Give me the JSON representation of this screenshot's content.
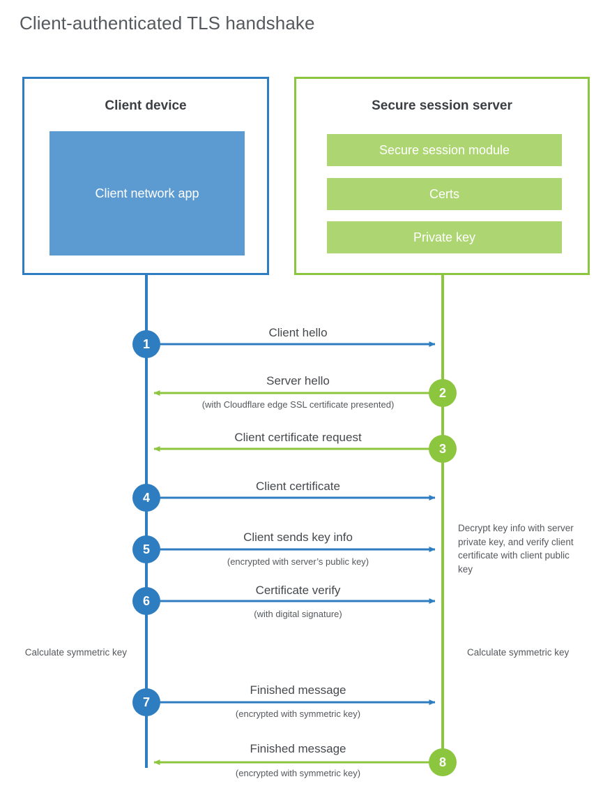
{
  "title": "Client-authenticated TLS handshake",
  "colors": {
    "client_accent": "#2f7dc1",
    "server_accent": "#8cc63e",
    "client_fill": "#5b9bd1",
    "server_fill": "#add572",
    "text": "#45484c",
    "title_text": "#55585c"
  },
  "actors": {
    "client": {
      "title": "Client device",
      "blocks": [
        {
          "label": "Client network app"
        }
      ]
    },
    "server": {
      "title": "Secure session server",
      "blocks": [
        {
          "label": "Secure session module"
        },
        {
          "label": "Certs"
        },
        {
          "label": "Private key"
        }
      ]
    }
  },
  "steps": [
    {
      "number": "1",
      "side": "client",
      "direction": "right",
      "label": "Client hello",
      "sublabel": ""
    },
    {
      "number": "2",
      "side": "server",
      "direction": "left",
      "label": "Server hello",
      "sublabel": "(with Cloudflare edge SSL certificate presented)"
    },
    {
      "number": "3",
      "side": "server",
      "direction": "left",
      "label": "Client certificate request",
      "sublabel": ""
    },
    {
      "number": "4",
      "side": "client",
      "direction": "right",
      "label": "Client certificate",
      "sublabel": ""
    },
    {
      "number": "5",
      "side": "client",
      "direction": "right",
      "label": "Client sends key info",
      "sublabel": "(encrypted with server’s public key)"
    },
    {
      "number": "6",
      "side": "client",
      "direction": "right",
      "label": "Certificate verify",
      "sublabel": "(with digital signature)"
    },
    {
      "number": "7",
      "side": "client",
      "direction": "right",
      "label": "Finished message",
      "sublabel": "(encrypted with symmetric key)"
    },
    {
      "number": "8",
      "side": "server",
      "direction": "left",
      "label": "Finished message",
      "sublabel": "(encrypted with symmetric key)"
    }
  ],
  "notes": {
    "server_decrypt": "Decrypt key info with server private key, and verify client certificate with client public key",
    "client_calculate": "Calculate symmetric key",
    "server_calculate": "Calculate symmetric key"
  }
}
